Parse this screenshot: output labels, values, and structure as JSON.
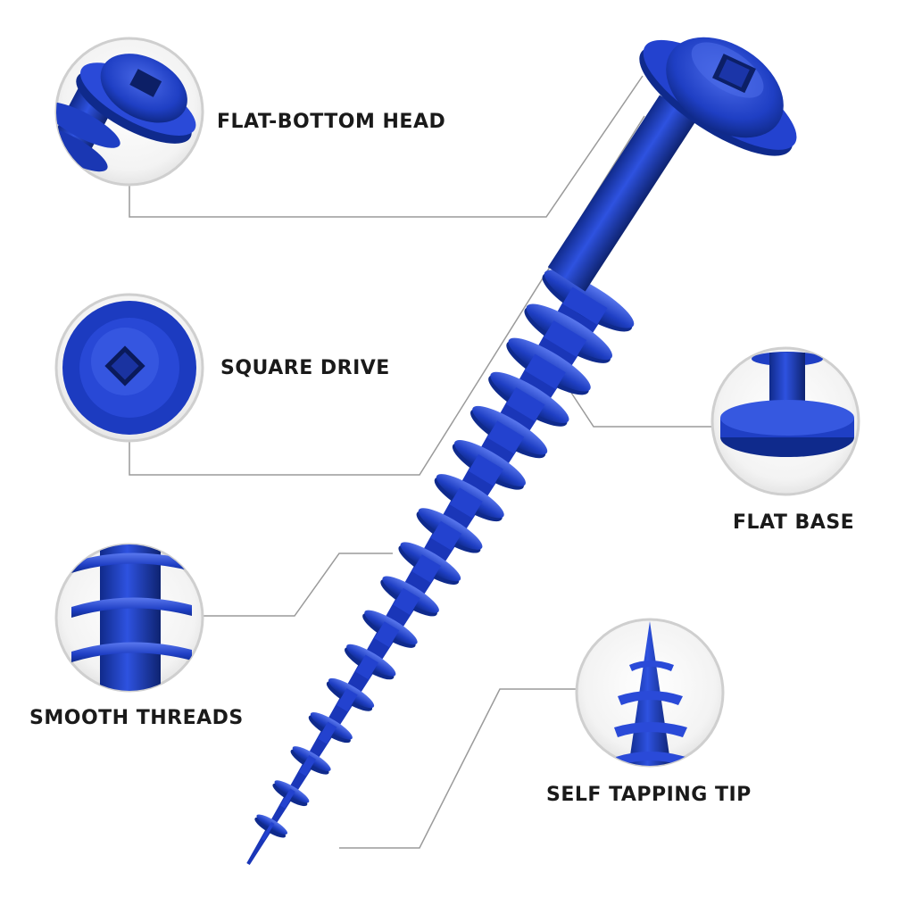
{
  "labels": {
    "flat_bottom_head": "FLAT-BOTTOM HEAD",
    "square_drive": "SQUARE DRIVE",
    "smooth_threads": "SMOOTH THREADS",
    "flat_base": "FLAT BASE",
    "self_tapping_tip": "SELF TAPPING TIP"
  },
  "colors": {
    "screw_blue": "#1f3fc4",
    "screw_dark": "#102a8a",
    "screw_light": "#4b6ae8",
    "circle_border": "#cfcfcf",
    "leader_line": "#9a9a9a",
    "text": "#1a1a1a"
  }
}
